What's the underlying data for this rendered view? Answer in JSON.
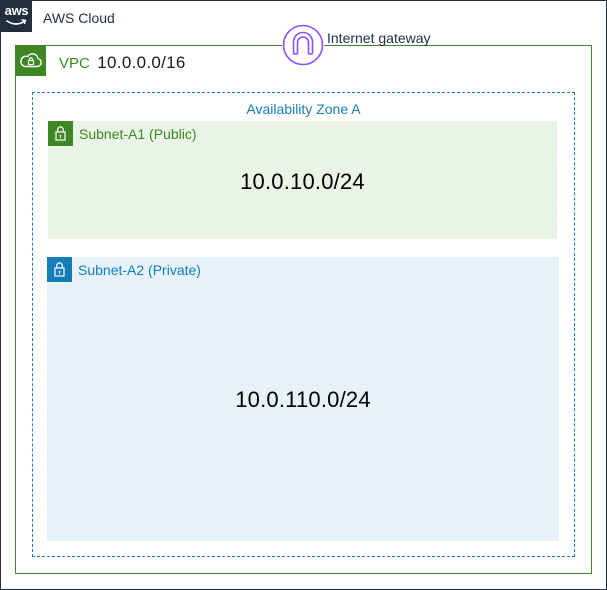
{
  "aws_cloud": {
    "logo_text": "aws",
    "label": "AWS Cloud"
  },
  "vpc": {
    "name": "VPC",
    "cidr": "10.0.0.0/16",
    "icon": "vpc-cloud-lock-icon"
  },
  "internet_gateway": {
    "label": "Internet gateway",
    "icon": "internet-gateway-icon"
  },
  "availability_zone": {
    "label": "Availability Zone A"
  },
  "subnets": [
    {
      "label": "Subnet-A1 (Public)",
      "cidr": "10.0.10.0/24",
      "icon": "lock-icon"
    },
    {
      "label": "Subnet-A2 (Private)",
      "cidr": "10.0.110.0/24",
      "icon": "lock-icon"
    }
  ],
  "colors": {
    "aws_dark": "#232f3e",
    "vpc_green": "#3f8624",
    "public_fill": "#e9f3e6",
    "private_blue": "#147eba",
    "private_fill": "#e6f2f8",
    "igw_purple": "#8c4fff"
  }
}
